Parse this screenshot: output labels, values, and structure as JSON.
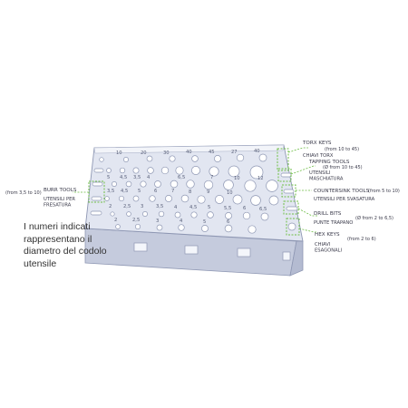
{
  "colors": {
    "box": "#cdd3e3",
    "top": "#e2e6f1",
    "accent": "#6dbd45",
    "edge": "#8e97b3",
    "text": "#3a3a4a"
  },
  "callouts_right": [
    {
      "title": "TORX KEYS",
      "range": "(from 10 to 45)",
      "subtitle": "CHIAVI TORX"
    },
    {
      "title": "TAPPING TOOLS",
      "range": "(Ø from 10 to 45)",
      "subtitle": "UTENSILI MASCHIATURA"
    },
    {
      "title": "COUNTERSINK TOOLS",
      "range": "(from 5 to 10)",
      "subtitle": "UTENSILI PER SVASATURA"
    },
    {
      "title": "DRILL BITS",
      "range": "(Ø from 2 to 6,5)",
      "subtitle": "PUNTE TRAPANO"
    },
    {
      "title": "HEX KEYS",
      "range": "(from 2 to 6)",
      "subtitle": "CHIAVI ESAGONALI"
    }
  ],
  "callout_left": {
    "title": "BURR TOOLS",
    "range": "(from 3,5 to 10)",
    "subtitle": "UTENSILI PER FRESATURA"
  },
  "caption_lines": [
    "I numeri indicati",
    "rappresentano il",
    "diametro del codolo",
    "utensile"
  ],
  "row_numbers": [
    [
      "10",
      "20",
      "30",
      "40",
      "45",
      "27",
      "40"
    ],
    [
      "5",
      "4,5",
      "3,5",
      "4",
      "6,5",
      "7",
      "10",
      "12"
    ],
    [
      "3,5",
      "4,5",
      "5",
      "6",
      "7",
      "8",
      "9",
      "10"
    ],
    [
      "2",
      "2,5",
      "3",
      "3,5",
      "4",
      "4,5",
      "5",
      "5,5",
      "6",
      "6,5"
    ],
    [
      "2",
      "2,5",
      "3",
      "4",
      "5",
      "6"
    ]
  ]
}
